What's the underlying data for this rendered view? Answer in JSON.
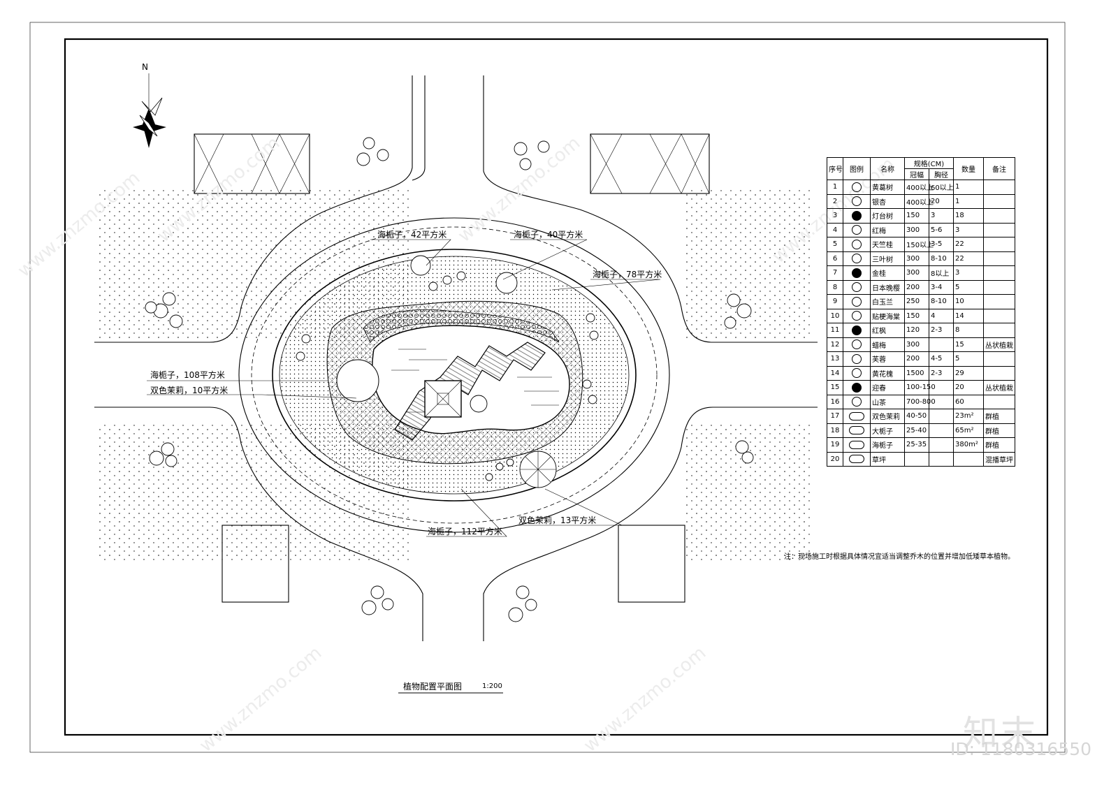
{
  "drawing": {
    "title": "植物配置平面图",
    "scale": "1:200",
    "north": "N",
    "note": "注：现场施工时根据具体情况宜适当调整乔木的位置并增加低矮草本植物。"
  },
  "labels": [
    "海栀子，42平方米",
    "海栀子，40平方米",
    "海栀子，78平方米",
    "海栀子，108平方米",
    "双色茉莉，10平方米",
    "双色茉莉，13平方米",
    "海栀子，112平方米"
  ],
  "table": {
    "headers": {
      "no": "序号",
      "symbol": "图例",
      "name": "名称",
      "spec": "规格(CM)",
      "crown": "冠幅",
      "diameter": "胸径",
      "qty": "数量",
      "remark": "备注"
    },
    "rows": [
      {
        "no": "1",
        "name": "黄葛树",
        "crown": "400以上",
        "dia": "60以上",
        "qty": "1",
        "remark": ""
      },
      {
        "no": "2",
        "name": "银杏",
        "crown": "400以上",
        "dia": "20",
        "qty": "1",
        "remark": ""
      },
      {
        "no": "3",
        "name": "灯台树",
        "crown": "150",
        "dia": "3",
        "qty": "18",
        "remark": ""
      },
      {
        "no": "4",
        "name": "红梅",
        "crown": "300",
        "dia": "5-6",
        "qty": "3",
        "remark": ""
      },
      {
        "no": "5",
        "name": "天竺桂",
        "crown": "150以上",
        "dia": "3-5",
        "qty": "22",
        "remark": ""
      },
      {
        "no": "6",
        "name": "三叶树",
        "crown": "300",
        "dia": "8-10",
        "qty": "22",
        "remark": ""
      },
      {
        "no": "7",
        "name": "金桂",
        "crown": "300",
        "dia": "8以上",
        "qty": "3",
        "remark": ""
      },
      {
        "no": "8",
        "name": "日本晚樱",
        "crown": "200",
        "dia": "3-4",
        "qty": "5",
        "remark": ""
      },
      {
        "no": "9",
        "name": "白玉兰",
        "crown": "250",
        "dia": "8-10",
        "qty": "10",
        "remark": ""
      },
      {
        "no": "10",
        "name": "贴梗海棠",
        "crown": "150",
        "dia": "4",
        "qty": "14",
        "remark": ""
      },
      {
        "no": "11",
        "name": "红枫",
        "crown": "120",
        "dia": "2-3",
        "qty": "8",
        "remark": ""
      },
      {
        "no": "12",
        "name": "蜡梅",
        "crown": "300",
        "dia": "",
        "qty": "15",
        "remark": "丛状植栽"
      },
      {
        "no": "13",
        "name": "芙蓉",
        "crown": "200",
        "dia": "4-5",
        "qty": "5",
        "remark": ""
      },
      {
        "no": "14",
        "name": "黄花槐",
        "crown": "1500",
        "dia": "2-3",
        "qty": "29",
        "remark": ""
      },
      {
        "no": "15",
        "name": "迎春",
        "crown": "100-150",
        "dia": "",
        "qty": "20",
        "remark": "丛状植栽"
      },
      {
        "no": "16",
        "name": "山茶",
        "crown": "700-800",
        "dia": "",
        "qty": "60",
        "remark": ""
      },
      {
        "no": "17",
        "name": "双色茉莉",
        "crown": "40-50",
        "dia": "",
        "qty": "23m²",
        "remark": "群植"
      },
      {
        "no": "18",
        "name": "大栀子",
        "crown": "25-40",
        "dia": "",
        "qty": "65m²",
        "remark": "群植"
      },
      {
        "no": "19",
        "name": "海栀子",
        "crown": "25-35",
        "dia": "",
        "qty": "380m²",
        "remark": "群植"
      },
      {
        "no": "20",
        "name": "草坪",
        "crown": "",
        "dia": "",
        "qty": "",
        "remark": "混播草坪"
      }
    ]
  },
  "watermark": {
    "logo": "知末",
    "id": "ID: 1180316550",
    "site": "www.znzmo.com"
  }
}
